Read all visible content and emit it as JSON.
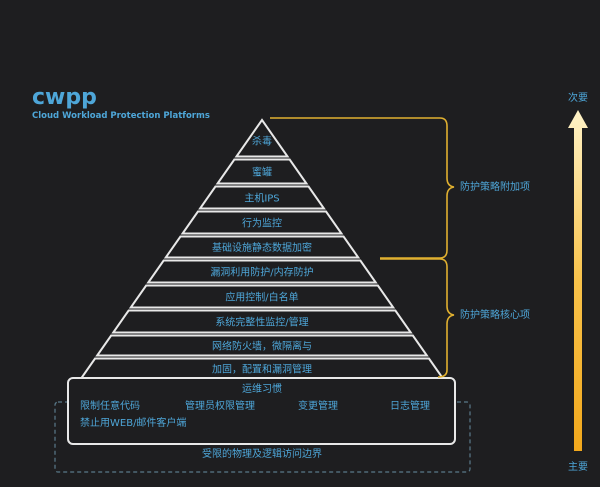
{
  "title": "cwpp",
  "subtitle": "Cloud Workload Protection Platforms",
  "pyramid_layers": [
    "杀毒",
    "蜜罐",
    "主机IPS",
    "行为监控",
    "基础设施静态数据加密",
    "漏洞利用防护/内存防护",
    "应用控制/白名单",
    "系统完整性监控/管理",
    "网络防火墙，微隔离与",
    "加固，配置和漏洞管理"
  ],
  "ops_box": {
    "title": "运维习惯",
    "items": [
      "限制任意代码",
      "管理员权限管理",
      "变更管理",
      "日志管理",
      "禁止用WEB/邮件客户端"
    ]
  },
  "boundary": "受限的物理及逻辑访问边界",
  "brackets": {
    "upper": "防护策略附加项",
    "lower": "防护策略核心项"
  },
  "arrow": {
    "top": "次要",
    "bottom": "主要"
  },
  "colors": {
    "accent_text": "#4ea6d8",
    "bracket": "#e0b030",
    "background": "#1e1e20"
  }
}
